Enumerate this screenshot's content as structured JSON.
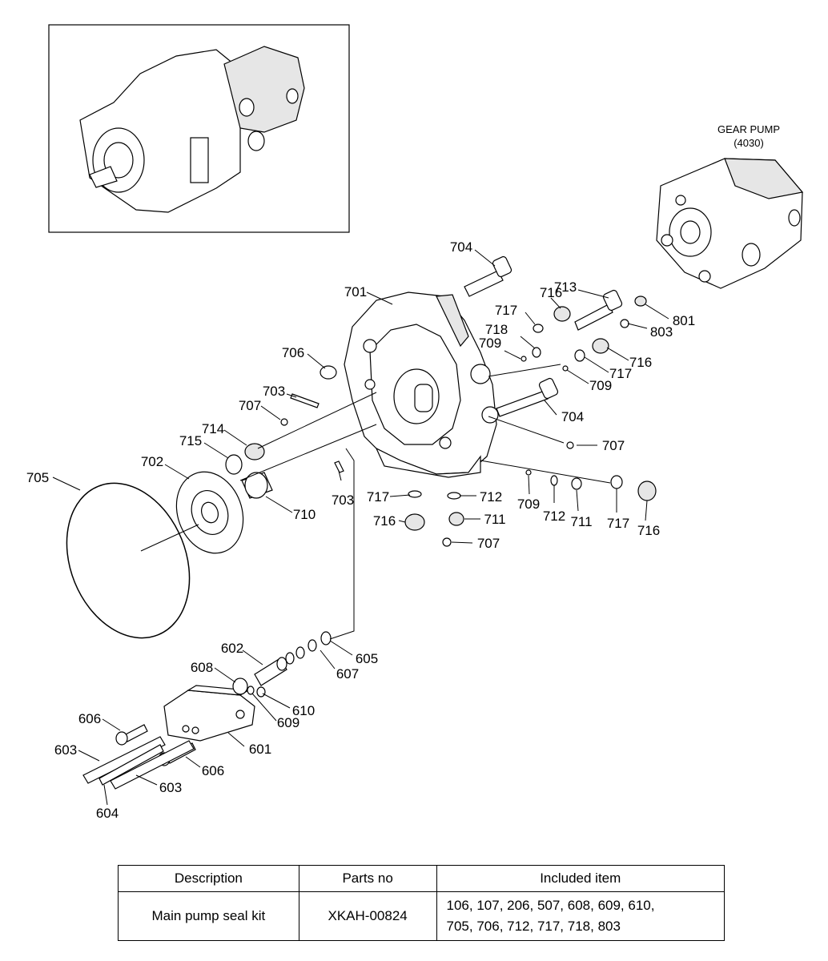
{
  "gear_pump": {
    "title": "GEAR PUMP",
    "code": "(4030)"
  },
  "callouts": [
    "704",
    "701",
    "716",
    "713",
    "717",
    "718",
    "709",
    "801",
    "803",
    "706",
    "716",
    "717",
    "709",
    "703",
    "707",
    "704",
    "714",
    "715",
    "707",
    "702",
    "705",
    "710",
    "703",
    "717",
    "712",
    "709",
    "712",
    "711",
    "717",
    "716",
    "716",
    "711",
    "707",
    "602",
    "605",
    "608",
    "607",
    "610",
    "609",
    "606",
    "601",
    "603",
    "606",
    "603",
    "604"
  ],
  "kit_table": {
    "headers": {
      "description": "Description",
      "parts_no": "Parts no",
      "included": "Included item"
    },
    "rows": [
      {
        "description": "Main pump seal kit",
        "parts_no": "XKAH-00824",
        "included_line1": "106, 107, 206, 507, 608, 609, 610,",
        "included_line2": "705, 706, 712, 717, 718, 803"
      }
    ]
  }
}
